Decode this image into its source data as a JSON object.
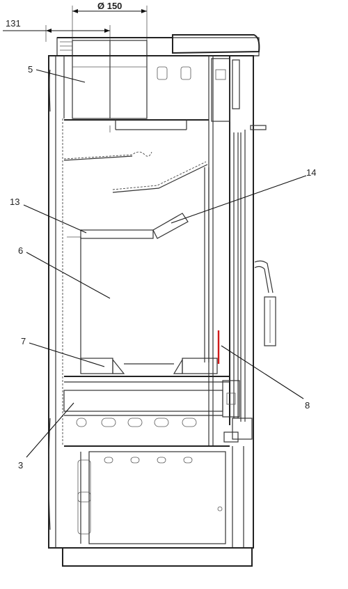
{
  "dimensions": {
    "diameter": "Ø 150",
    "offset": "131"
  },
  "callouts": [
    {
      "id": "5",
      "label": "5"
    },
    {
      "id": "14",
      "label": "14"
    },
    {
      "id": "13",
      "label": "13"
    },
    {
      "id": "6",
      "label": "6"
    },
    {
      "id": "7",
      "label": "7"
    },
    {
      "id": "8",
      "label": "8"
    },
    {
      "id": "3",
      "label": "3"
    }
  ],
  "colors": {
    "line": "#333333",
    "accent_red": "#d11a1a",
    "background": "#ffffff"
  }
}
